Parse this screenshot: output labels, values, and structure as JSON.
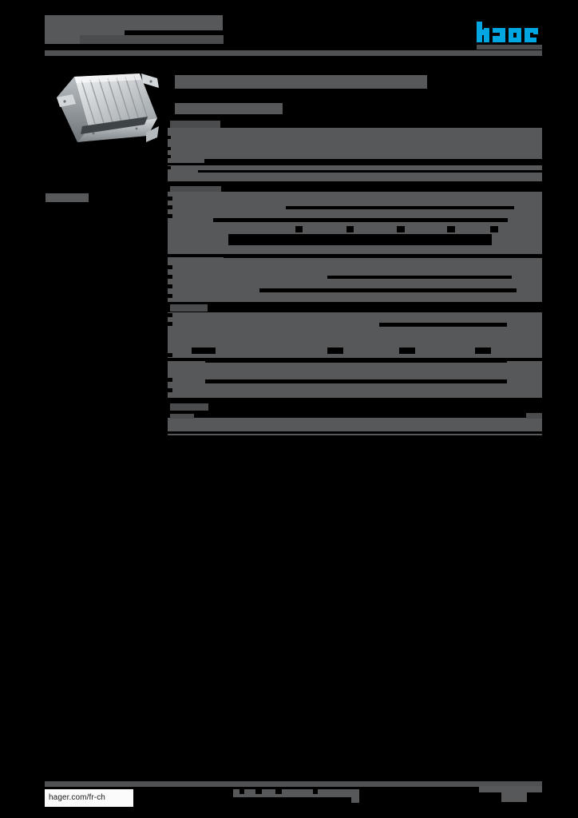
{
  "document": {
    "kind": "product-datasheet",
    "brand": "hager",
    "redacted": true,
    "background_color": "#000000",
    "redaction_color": "#565859",
    "accent_color": "#00a6e2"
  },
  "header": {
    "title_line1": "",
    "title_line2": "",
    "subtitle": "",
    "logo_alt": "hager",
    "logo_color": "#00a6e2"
  },
  "left_column": {
    "product_image_alt": "metallic floor box product photo",
    "section_label": ""
  },
  "main": {
    "title": "",
    "subtitle": "",
    "sections": [
      {
        "heading": "",
        "rows": [
          {
            "label": "",
            "value": ""
          },
          {
            "label": "",
            "value": ""
          },
          {
            "label": "",
            "value": ""
          },
          {
            "label": "",
            "value": ""
          }
        ]
      },
      {
        "heading": "",
        "rows": [
          {
            "label": "",
            "value": ""
          },
          {
            "label": "",
            "value": ""
          },
          {
            "label": "",
            "value": ""
          },
          {
            "label": "",
            "value": ""
          },
          {
            "label": "",
            "value": ""
          },
          {
            "label": "",
            "value": ""
          },
          {
            "label": "",
            "value": ""
          },
          {
            "label": "",
            "value": ""
          }
        ]
      },
      {
        "heading": "",
        "rows": [
          {
            "label": "",
            "value": ""
          },
          {
            "label": "",
            "value": ""
          },
          {
            "label": "",
            "value": ""
          },
          {
            "label": "",
            "value": ""
          },
          {
            "label": "",
            "value": ""
          }
        ]
      },
      {
        "heading": "",
        "rows": [
          {
            "label": "",
            "value": ""
          }
        ]
      }
    ]
  },
  "footer": {
    "url": "hager.com/fr-ch",
    "center_text": "",
    "right_text": ""
  }
}
